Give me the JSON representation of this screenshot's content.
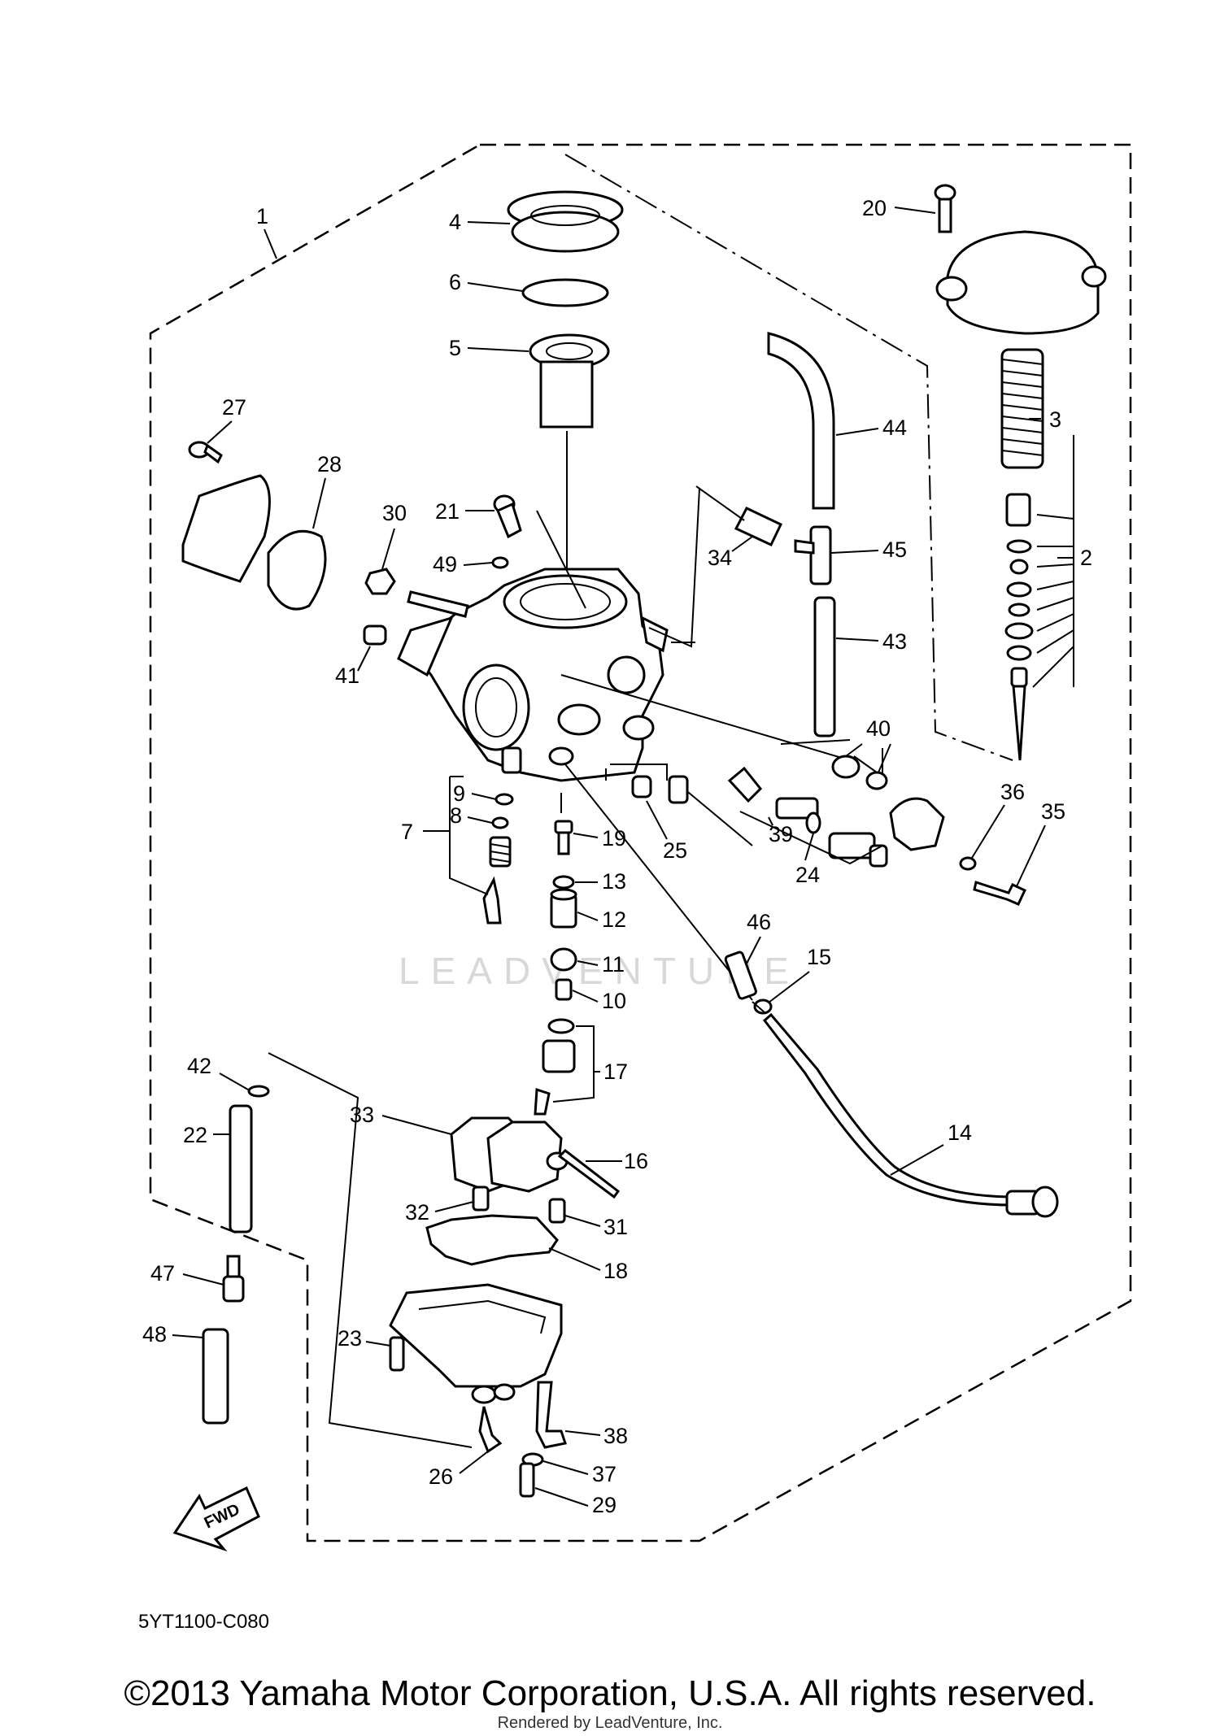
{
  "diagram_code": "5YT1100-C080",
  "copyright": "©2013 Yamaha Motor Corporation, U.S.A. All rights reserved.",
  "rendered_by": "Rendered by LeadVenture, Inc.",
  "watermark": "LEADVENTURE",
  "fwd_label": "FWD",
  "callouts": [
    "1",
    "2",
    "3",
    "4",
    "5",
    "6",
    "7",
    "8",
    "9",
    "10",
    "11",
    "12",
    "13",
    "14",
    "15",
    "16",
    "17",
    "18",
    "19",
    "20",
    "21",
    "22",
    "23",
    "24",
    "25",
    "26",
    "27",
    "28",
    "29",
    "30",
    "31",
    "32",
    "33",
    "34",
    "35",
    "36",
    "37",
    "38",
    "39",
    "40",
    "41",
    "42",
    "43",
    "44",
    "45",
    "46",
    "47",
    "48",
    "49"
  ]
}
